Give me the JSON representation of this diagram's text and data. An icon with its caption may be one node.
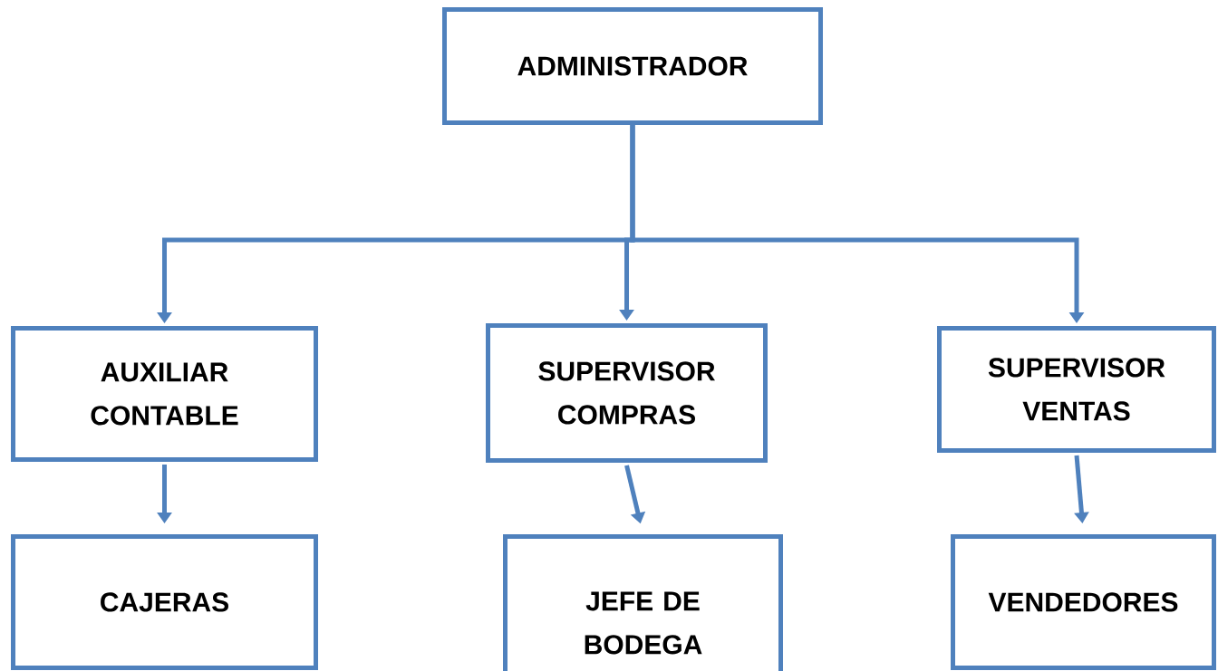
{
  "diagram": {
    "nodes": [
      {
        "text": [
          "ADMINISTRADOR"
        ]
      },
      {
        "text": [
          "AUXILIAR CONTABLE"
        ]
      },
      {
        "text": [
          "SUPERVISOR COMPRAS"
        ]
      },
      {
        "text": [
          "SUPERVISOR VENTAS"
        ]
      },
      {
        "text": [
          "CAJERAS"
        ]
      },
      {
        "text": [
          "JEFE DE BODEGA"
        ]
      },
      {
        "text": [
          "VENDEDORES"
        ]
      }
    ],
    "edges": [
      {
        "from": 0,
        "to": 1,
        "arrow": "to"
      },
      {
        "from": 0,
        "to": 2,
        "arrow": "to"
      },
      {
        "from": 0,
        "to": 3,
        "arrow": "to"
      },
      {
        "from": 1,
        "to": 4,
        "arrow": "to"
      },
      {
        "from": 2,
        "to": 5,
        "arrow": "to"
      },
      {
        "from": 3,
        "to": 6,
        "arrow": "to"
      }
    ]
  }
}
